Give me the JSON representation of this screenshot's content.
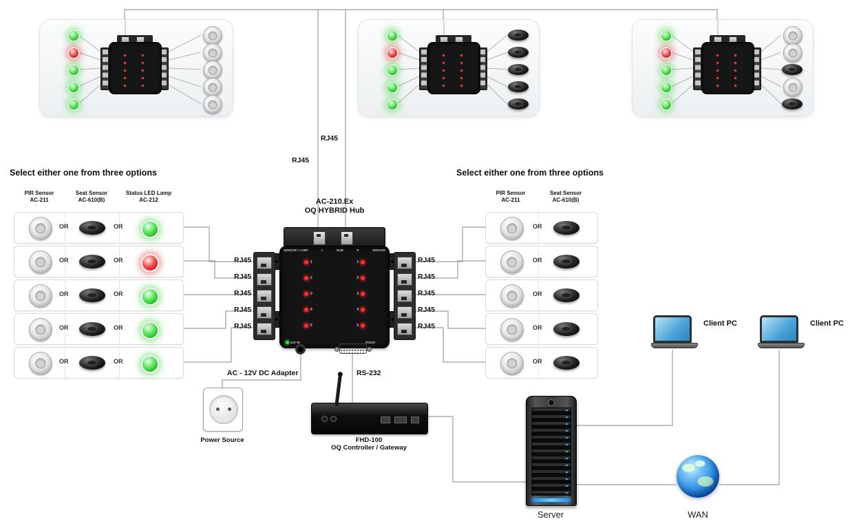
{
  "labels": {
    "or": "OR",
    "rj45": "RJ45"
  },
  "top_panels": [
    {
      "name": "zone-panel-1",
      "led_states": [
        "green",
        "red",
        "green",
        "green",
        "green"
      ],
      "sensor_types": [
        "pir",
        "pir",
        "pir",
        "pir",
        "pir"
      ]
    },
    {
      "name": "zone-panel-2",
      "led_states": [
        "green",
        "red",
        "green",
        "green",
        "green"
      ],
      "sensor_types": [
        "seat",
        "seat",
        "seat",
        "seat",
        "seat"
      ]
    },
    {
      "name": "zone-panel-3",
      "led_states": [
        "green",
        "red",
        "green",
        "green",
        "green"
      ],
      "sensor_types": [
        "pir",
        "pir",
        "seat",
        "pir",
        "seat"
      ]
    }
  ],
  "hub": {
    "title_line1": "AC-210.Ex",
    "title_line2": "OQ HYBRID Hub",
    "port_row": [
      "SENSOR / LAMP",
      "L",
      "HUB",
      "R",
      "SENSOR"
    ],
    "led_numbers": [
      "1",
      "2",
      "3",
      "4",
      "5"
    ],
    "power_label": "12V IN",
    "serial_label": "RS232"
  },
  "left_group": {
    "title": "Select either one from three options",
    "columns": [
      {
        "line1": "PIR Sensor",
        "line2": "AC-211"
      },
      {
        "line1": "Seat Sensor",
        "line2": "AC-610(B)"
      },
      {
        "line1": "Status LED Lamp",
        "line2": "AC-212"
      }
    ],
    "rows": [
      {
        "led": "green"
      },
      {
        "led": "red"
      },
      {
        "led": "green"
      },
      {
        "led": "green"
      },
      {
        "led": "green"
      }
    ]
  },
  "right_group": {
    "title": "Select either one from three options",
    "columns": [
      {
        "line1": "PIR Sensor",
        "line2": "AC-211"
      },
      {
        "line1": "Seat Sensor",
        "line2": "AC-610(B)"
      }
    ]
  },
  "bottom": {
    "adapter_label": "AC - 12V DC Adapter",
    "serial_label": "RS-232",
    "power_source_label": "Power Source",
    "gateway_line1": "FHD-100",
    "gateway_line2": "OQ Controller / Gateway",
    "server_label": "Server",
    "wan_label": "WAN",
    "client_pc_1": "Client PC",
    "client_pc_2": "Client PC"
  },
  "colors": {
    "led_green": "#2fd32f",
    "led_red": "#e82020",
    "hub_led_red": "#ff2a2a",
    "wire": "#9c9c9c",
    "laptop_screen_blue": "#4aa3d8",
    "globe_blue": "#1464c8"
  }
}
